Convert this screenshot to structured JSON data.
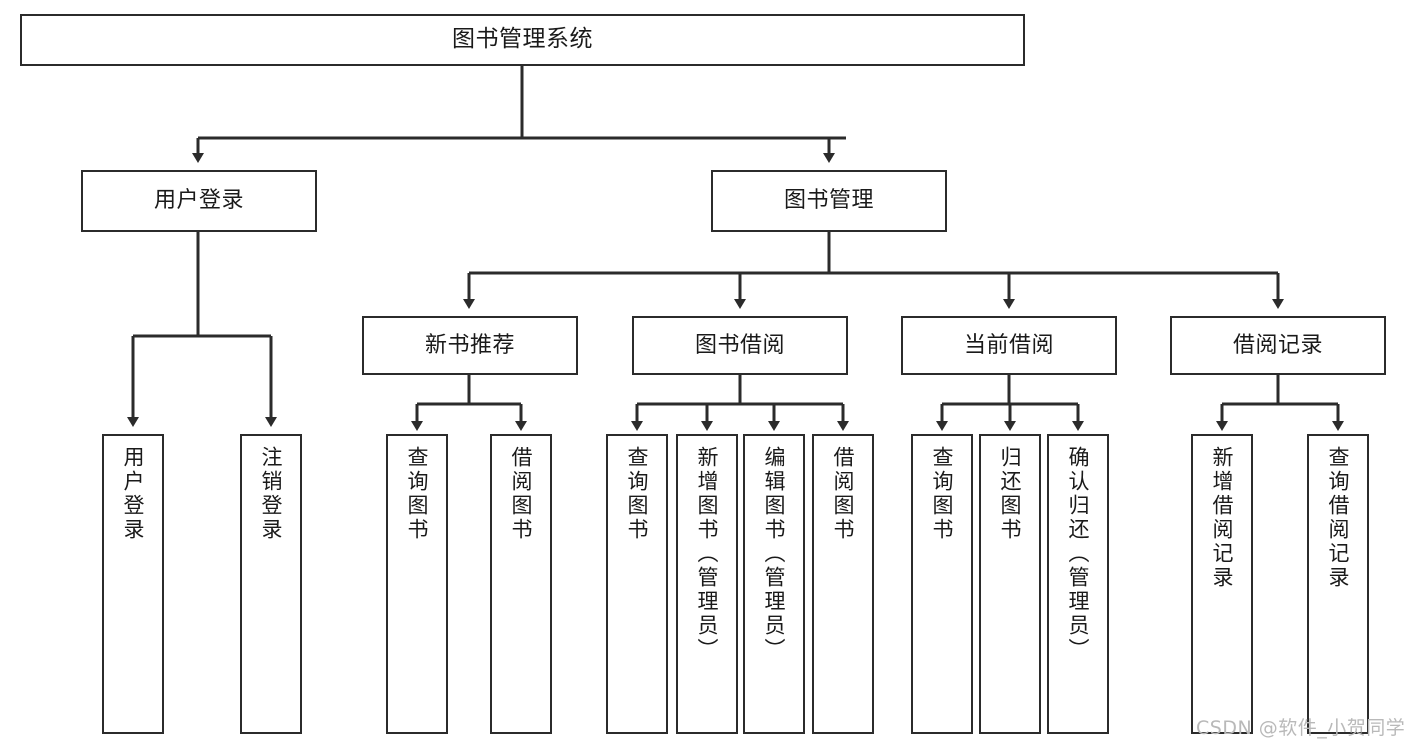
{
  "diagram": {
    "title": "图书管理系统",
    "watermark": "CSDN @软件_小贺同学",
    "colors": {
      "stroke": "#2b2b2b",
      "fill": "#ffffff",
      "text": "#1a1a1a",
      "watermark": "#b9b9b9"
    },
    "nodes": {
      "root": {
        "label": "图书管理系统"
      },
      "level2": [
        {
          "id": "user-login",
          "label": "用户登录"
        },
        {
          "id": "book-management",
          "label": "图书管理"
        }
      ],
      "level3": [
        {
          "id": "new-book-recommend",
          "label": "新书推荐"
        },
        {
          "id": "book-borrow",
          "label": "图书借阅"
        },
        {
          "id": "current-borrow",
          "label": "当前借阅"
        },
        {
          "id": "borrow-record",
          "label": "借阅记录"
        }
      ],
      "leaves": {
        "user-login": [
          {
            "id": "leaf-user-login",
            "label": "用户登录"
          },
          {
            "id": "leaf-logout",
            "label": "注销登录"
          }
        ],
        "new-book-recommend": [
          {
            "id": "leaf-query-book-1",
            "label": "查询图书"
          },
          {
            "id": "leaf-borrow-book-1",
            "label": "借阅图书"
          }
        ],
        "book-borrow": [
          {
            "id": "leaf-query-book-2",
            "label": "查询图书"
          },
          {
            "id": "leaf-add-book",
            "label": "新增图书（管理员）"
          },
          {
            "id": "leaf-edit-book",
            "label": "编辑图书（管理员）"
          },
          {
            "id": "leaf-borrow-book-2",
            "label": "借阅图书"
          }
        ],
        "current-borrow": [
          {
            "id": "leaf-query-book-3",
            "label": "查询图书"
          },
          {
            "id": "leaf-return-book",
            "label": "归还图书"
          },
          {
            "id": "leaf-confirm-return",
            "label": "确认归还（管理员）"
          }
        ],
        "borrow-record": [
          {
            "id": "leaf-add-record",
            "label": "新增借阅记录"
          },
          {
            "id": "leaf-query-record",
            "label": "查询借阅记录"
          }
        ]
      }
    }
  }
}
